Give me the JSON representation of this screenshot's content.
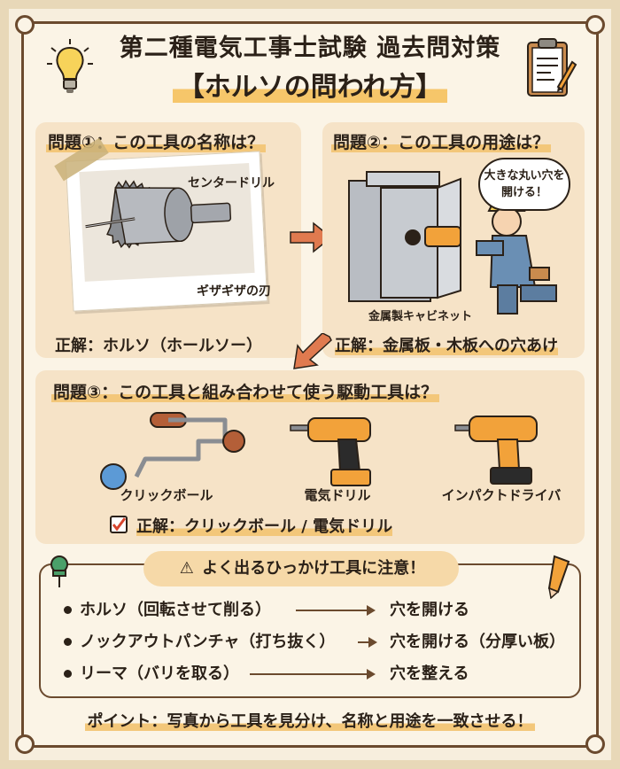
{
  "header": {
    "title": "第二種電気工事士試験 過去問対策",
    "subtitle": "【ホルソの問われ方】"
  },
  "q1": {
    "label": "問題①：この工具の名称は？",
    "annotations": [
      "センタードリル",
      "ギザギザの刃"
    ],
    "answer": "正解：ホルソ（ホールソー）"
  },
  "q2": {
    "label": "問題②：この工具の用途は？",
    "bubble_line1": "大きな丸い穴を",
    "bubble_line2": "開ける！",
    "cabinet_label": "金属製キャビネット",
    "answer": "正解：金属板・木板への穴あけ"
  },
  "q3": {
    "label": "問題③：この工具と組み合わせて使う駆動工具は？",
    "tools": [
      "クリックボール",
      "電気ドリル",
      "インパクトドライバ"
    ],
    "answer": "正解：クリックボール / 電気ドリル"
  },
  "warning": {
    "heading": "よく出るひっかけ工具に注意！",
    "rows": [
      {
        "left": "ホルソ（回転させて削る）",
        "right": "穴を開ける"
      },
      {
        "left": "ノックアウトパンチャ（打ち抜く）",
        "right": "穴を開ける（分厚い板）"
      },
      {
        "left": "リーマ（バリを取る）",
        "right": "穴を整える"
      }
    ]
  },
  "point": "ポイント：写真から工具を見分け、名称と用途を一致させる！",
  "colors": {
    "accent": "#f3c77a",
    "arrow": "#e07a4f",
    "border": "#6b4a2e",
    "drill": "#f2a23a"
  }
}
